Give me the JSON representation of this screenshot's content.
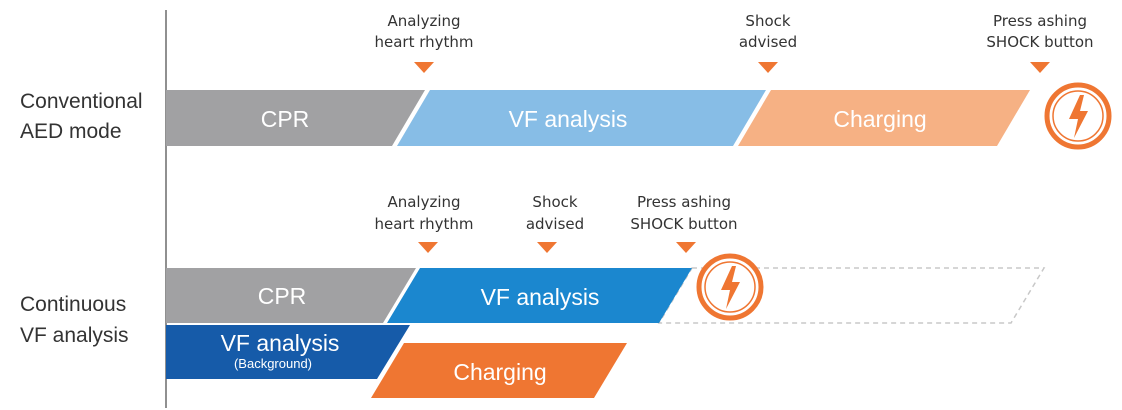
{
  "rows": [
    {
      "name": "Conventional AED mode",
      "label_lines": [
        "Conventional",
        "AED mode"
      ],
      "segments": [
        {
          "label": "CPR",
          "color": "#a1a1a3"
        },
        {
          "label": "VF analysis",
          "color": "#87bde6"
        },
        {
          "label": "Charging",
          "color": "#f6b184"
        }
      ],
      "markers": [
        {
          "lines": [
            "Analyzing",
            "heart rhythm"
          ]
        },
        {
          "lines": [
            "Shock",
            "advised"
          ]
        },
        {
          "lines": [
            "Press ashing",
            "SHOCK button"
          ]
        }
      ]
    },
    {
      "name": "Continuous VF analysis",
      "label_lines": [
        "Continuous",
        "VF analysis"
      ],
      "segments": [
        {
          "label": "CPR",
          "color": "#a1a1a3"
        },
        {
          "label": "VF analysis",
          "color": "#1b87cf"
        },
        {
          "label": "VF analysis",
          "sublabel": "(Background)",
          "color": "#165ba9"
        },
        {
          "label": "Charging",
          "color": "#ef7632"
        }
      ],
      "markers": [
        {
          "lines": [
            "Analyzing",
            "heart rhythm"
          ]
        },
        {
          "lines": [
            "Shock",
            "advised"
          ]
        },
        {
          "lines": [
            "Press ashing",
            "SHOCK button"
          ]
        }
      ]
    }
  ],
  "colors": {
    "marker": "#ef7632",
    "shock_ring": "#ef7632",
    "axis": "#555555",
    "label_text": "#333333",
    "bar_text": "#ffffff",
    "ghost_outline": "#c8c8c8"
  },
  "icons": [
    "shock-lightning-icon"
  ]
}
